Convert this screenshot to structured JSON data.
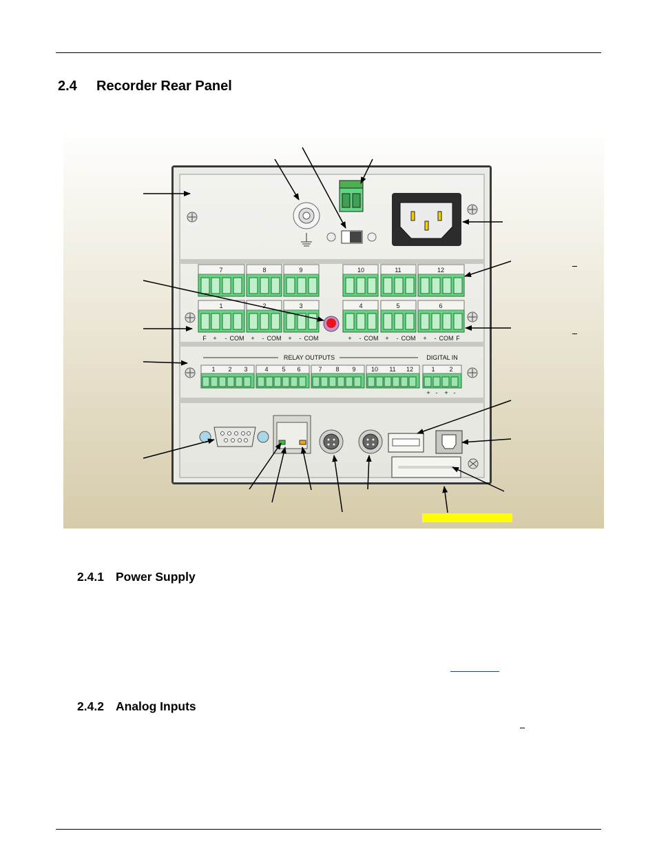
{
  "section": {
    "number": "2.4",
    "title": "Recorder Rear Panel"
  },
  "subsections": [
    {
      "number": "2.4.1",
      "title": "Power Supply"
    },
    {
      "number": "2.4.2",
      "title": "Analog Inputs"
    }
  ],
  "panel": {
    "top_channels": [
      "7",
      "8",
      "9",
      "10",
      "11",
      "12"
    ],
    "bottom_channels": [
      "1",
      "2",
      "3",
      "4",
      "5",
      "6"
    ],
    "terminal_labels": [
      "F",
      "+",
      "-",
      "COM",
      "+",
      "-",
      "COM",
      "+",
      "-",
      "COM",
      "+",
      "-",
      "COM",
      "+",
      "-",
      "COM",
      "+",
      "-",
      "COM",
      "F"
    ],
    "relay_title": "RELAY OUTPUTS",
    "relay_numbers": [
      "1",
      "2",
      "3",
      "4",
      "5",
      "6",
      "7",
      "8",
      "9",
      "10",
      "11",
      "12"
    ],
    "digital_title": "DIGITAL IN",
    "digital_numbers": [
      "1",
      "2"
    ],
    "digital_polarity": [
      "+",
      "-",
      "+",
      "-"
    ]
  },
  "colors": {
    "terminal_green": "#5fd67f",
    "gradient_top": "#ffffff",
    "gradient_bottom": "#d6ccaa",
    "highlight_yellow": "#ffff00",
    "link_blue": "#1f3fb0"
  }
}
